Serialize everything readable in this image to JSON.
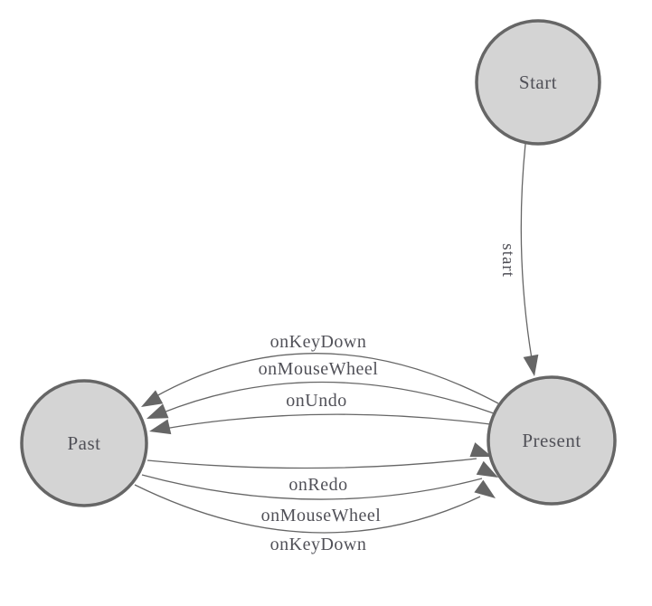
{
  "diagram": {
    "type": "state-machine",
    "nodes": [
      {
        "id": "start",
        "label": "Start"
      },
      {
        "id": "present",
        "label": "Present"
      },
      {
        "id": "past",
        "label": "Past"
      }
    ],
    "edges": [
      {
        "from": "start",
        "to": "present",
        "label": "start"
      },
      {
        "from": "present",
        "to": "past",
        "label": "onKeyDown"
      },
      {
        "from": "present",
        "to": "past",
        "label": "onMouseWheel"
      },
      {
        "from": "present",
        "to": "past",
        "label": "onUndo"
      },
      {
        "from": "past",
        "to": "present",
        "label": "onRedo"
      },
      {
        "from": "past",
        "to": "present",
        "label": "onMouseWheel"
      },
      {
        "from": "past",
        "to": "present",
        "label": "onKeyDown"
      }
    ],
    "colors": {
      "node_fill": "#d4d4d4",
      "node_stroke": "#666666",
      "edge_stroke": "#666666",
      "arrowhead_fill": "#666666",
      "label_text": "#515158",
      "background": "#ffffff"
    }
  }
}
